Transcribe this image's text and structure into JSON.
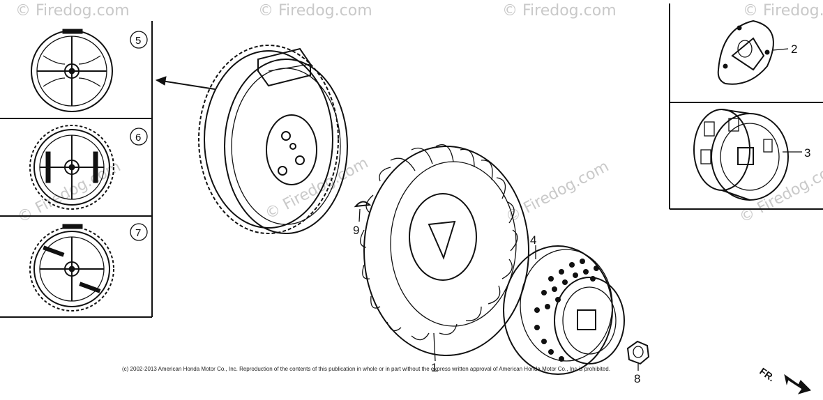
{
  "diagram": {
    "watermark": "© Firedog.com",
    "copyright": "(c) 2002-2013 American Honda Motor Co., Inc. Reproduction of the contents of this publication in whole or in part without the express written approval of American Honda Motor Co., Inc is prohibited.",
    "callouts": {
      "flywheel": "1",
      "plate": "2",
      "pulley_cup": "3",
      "starter_cup": "4",
      "flywheel_type_a": "5",
      "flywheel_type_b": "6",
      "flywheel_type_c": "7",
      "nut": "8",
      "key": "9"
    },
    "direction_label": "FR."
  }
}
